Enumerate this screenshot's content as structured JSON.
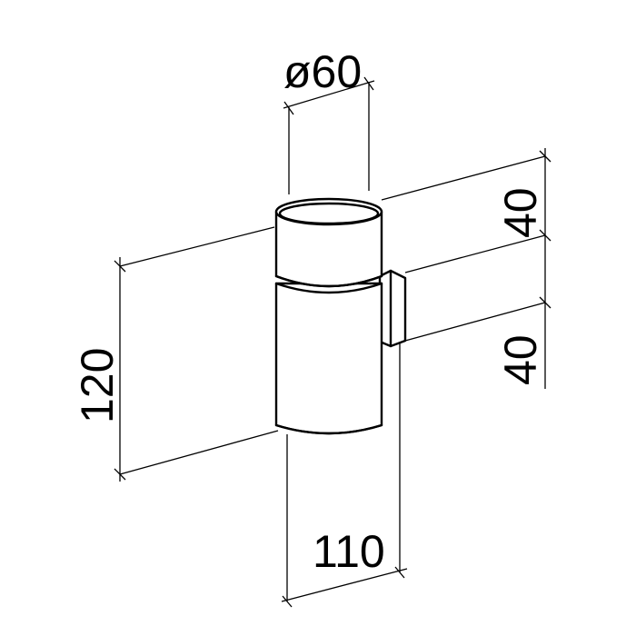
{
  "diagram": {
    "dimensions": {
      "diameter": "ø60",
      "upper_height": "40",
      "lower_height": "40",
      "total_height": "120",
      "projection": "110"
    }
  }
}
